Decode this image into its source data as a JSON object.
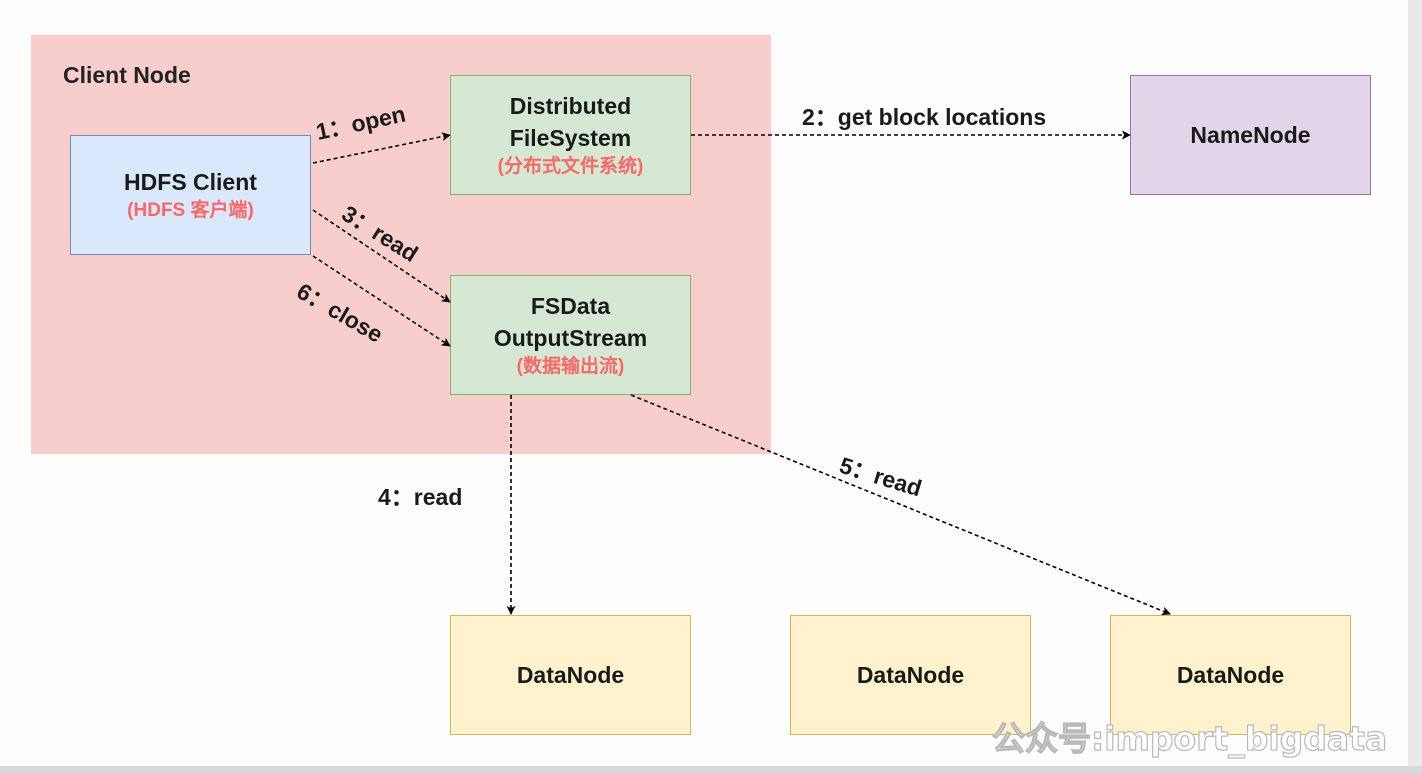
{
  "client_node": {
    "title": "Client Node"
  },
  "nodes": {
    "hdfs_client": {
      "label": "HDFS Client",
      "sub": "(HDFS 客户端)"
    },
    "distributed_fs": {
      "label_line1": "Distributed",
      "label_line2": "FileSystem",
      "sub": "(分布式文件系统)"
    },
    "fsdata": {
      "label_line1": "FSData",
      "label_line2": "OutputStream",
      "sub": "(数据输出流)"
    },
    "namenode": {
      "label": "NameNode"
    },
    "datanodes": [
      {
        "label": "DataNode"
      },
      {
        "label": "DataNode"
      },
      {
        "label": "DataNode"
      }
    ]
  },
  "edges": {
    "open": "1：open",
    "get_block_locations": "2：get block locations",
    "read3": "3：read",
    "read4": "4：read",
    "read5": "5：read",
    "close6": "6：close"
  },
  "colors": {
    "client_region": "#f8cecc",
    "hdfs_client_fill": "#dae8fc",
    "green_fill": "#d5e8d4",
    "namenode_fill": "#e1d5e7",
    "datanode_fill": "#fff2cc",
    "sub_text": "#ff6666"
  },
  "watermark": "公众号:import_bigdata"
}
